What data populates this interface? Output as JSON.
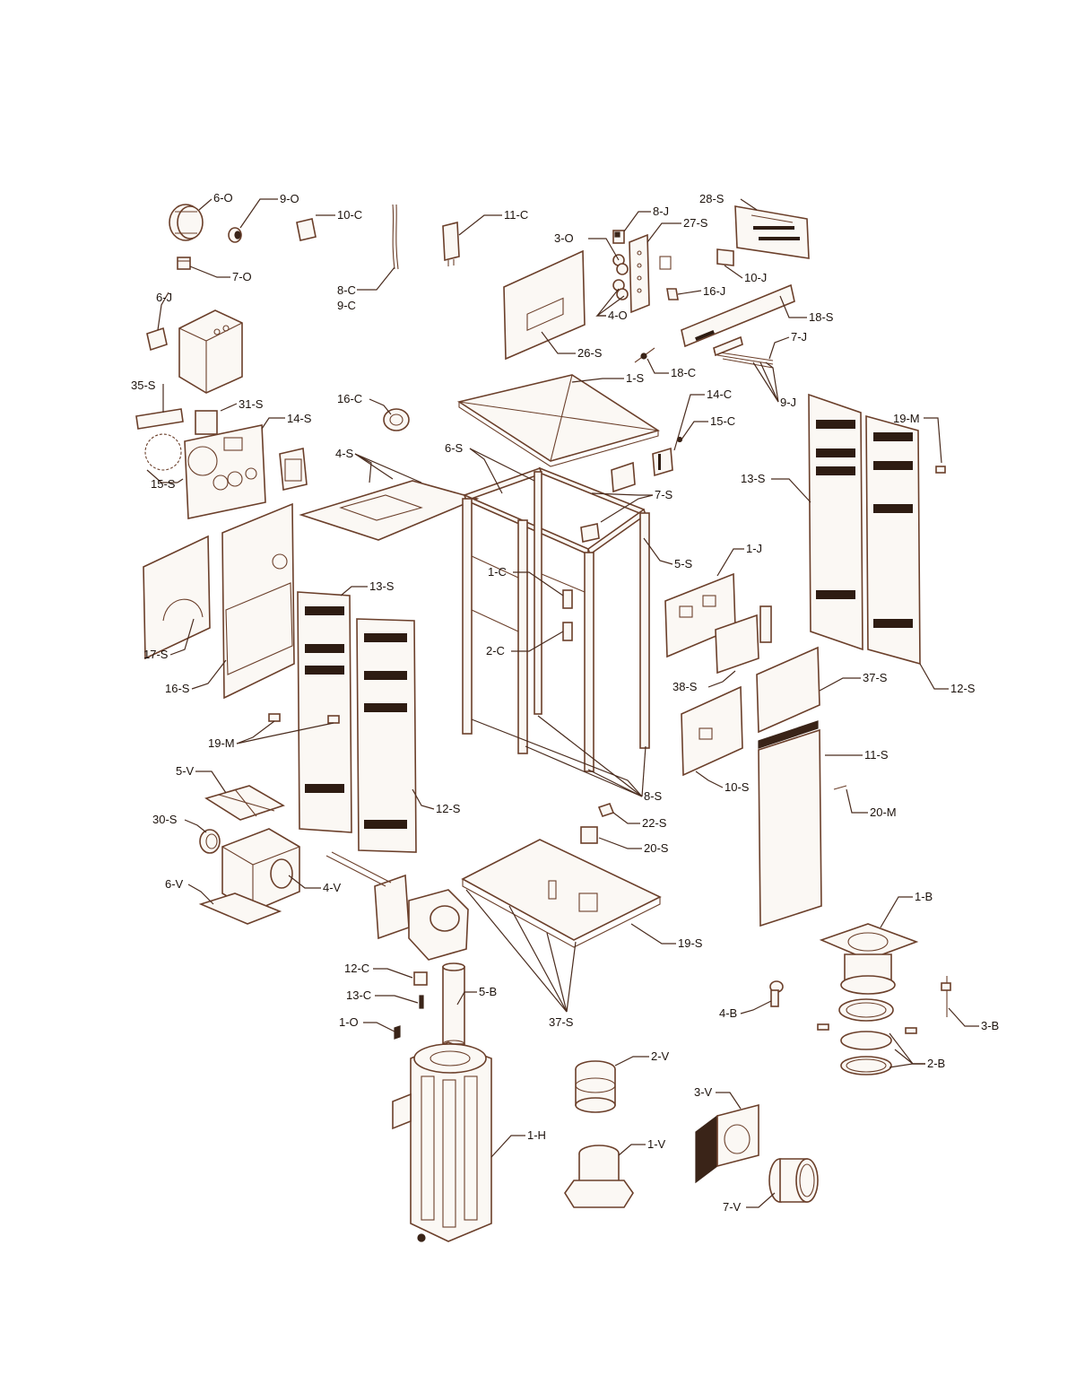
{
  "colors": {
    "line": "#6b3f2a",
    "fill": "#fbf8f4",
    "dark": "#2e1c12",
    "text": "#1c120c"
  },
  "callouts": {
    "c_6O": "6-O",
    "c_9O": "9-O",
    "c_10C": "10-C",
    "c_7O": "7-O",
    "c_8C": "8-C",
    "c_9C": "9-C",
    "c_11C": "11-C",
    "c_8J": "8-J",
    "c_27S": "27-S",
    "c_28S": "28-S",
    "c_3O": "3-O",
    "c_4O": "4-O",
    "c_10J": "10-J",
    "c_16J": "16-J",
    "c_18S": "18-S",
    "c_7J": "7-J",
    "c_9J": "9-J",
    "c_26S": "26-S",
    "c_18C": "18-C",
    "c_1S": "1-S",
    "c_6J": "6-J",
    "c_35S": "35-S",
    "c_31S": "31-S",
    "c_14S": "14-S",
    "c_15S": "15-S",
    "c_16C": "16-C",
    "c_14C": "14-C",
    "c_15C": "15-C",
    "c_4S": "4-S",
    "c_6S": "6-S",
    "c_7S": "7-S",
    "c_5S": "5-S",
    "c_13S_right": "13-S",
    "c_19M_right": "19-M",
    "c_1J": "1-J",
    "c_1C": "1-C",
    "c_2C": "2-C",
    "c_17S": "17-S",
    "c_16S": "16-S",
    "c_13S_left": "13-S",
    "c_38S": "38-S",
    "c_37S_top": "37-S",
    "c_12S_right": "12-S",
    "c_19M_left": "19-M",
    "c_8S": "8-S",
    "c_10S": "10-S",
    "c_11S": "11-S",
    "c_5V": "5-V",
    "c_12S_left": "12-S",
    "c_22S": "22-S",
    "c_20M": "20-M",
    "c_30S": "30-S",
    "c_20S": "20-S",
    "c_6V": "6-V",
    "c_4V": "4-V",
    "c_19S": "19-S",
    "c_1B": "1-B",
    "c_12C": "12-C",
    "c_13C": "13-C",
    "c_5B": "5-B",
    "c_1O": "1-O",
    "c_37S_bottom": "37-S",
    "c_4B": "4-B",
    "c_3B": "3-B",
    "c_2B": "2-B",
    "c_2V": "2-V",
    "c_3V": "3-V",
    "c_1H": "1-H",
    "c_1V": "1-V",
    "c_7V": "7-V"
  }
}
